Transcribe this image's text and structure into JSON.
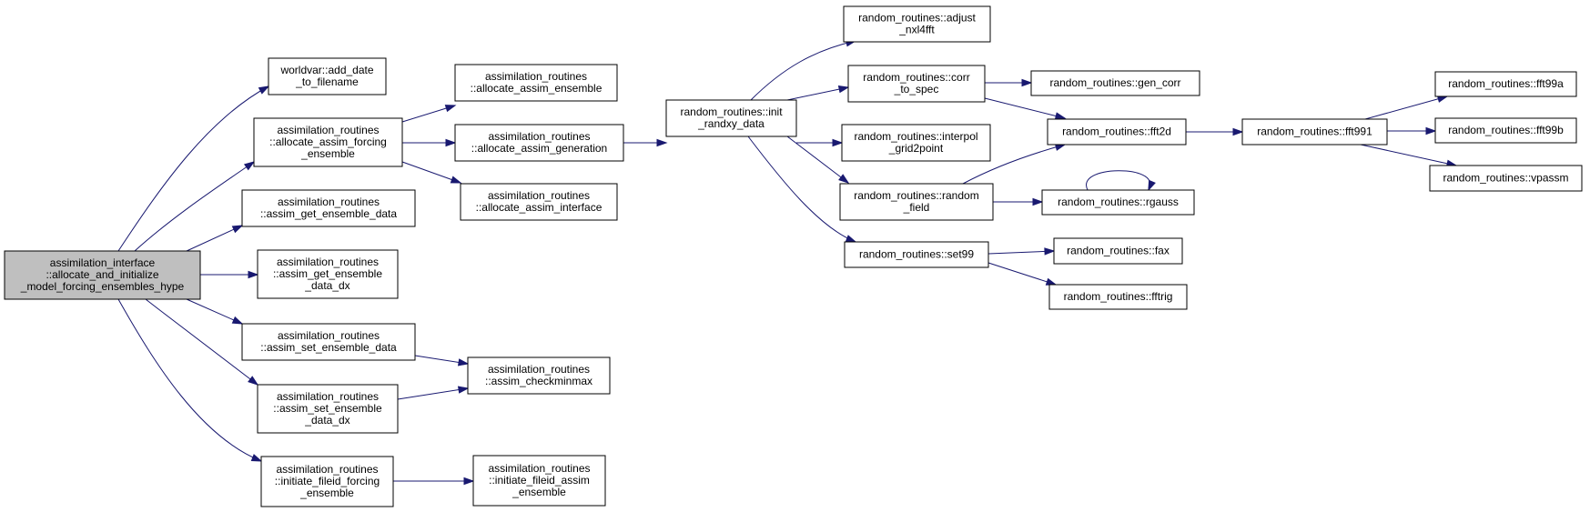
{
  "nodes": [
    {
      "id": "root",
      "lines": [
        "assimilation_interface",
        "::allocate_and_initialize",
        "_model_forcing_ensembles_hype"
      ]
    },
    {
      "id": "add_date",
      "lines": [
        "worldvar::add_date",
        "_to_filename"
      ]
    },
    {
      "id": "alloc_forcing",
      "lines": [
        "assimilation_routines",
        "::allocate_assim_forcing",
        "_ensemble"
      ]
    },
    {
      "id": "get_ens",
      "lines": [
        "assimilation_routines",
        "::assim_get_ensemble_data"
      ]
    },
    {
      "id": "get_ens_dx",
      "lines": [
        "assimilation_routines",
        "::assim_get_ensemble",
        "_data_dx"
      ]
    },
    {
      "id": "set_ens",
      "lines": [
        "assimilation_routines",
        "::assim_set_ensemble_data"
      ]
    },
    {
      "id": "set_ens_dx",
      "lines": [
        "assimilation_routines",
        "::assim_set_ensemble",
        "_data_dx"
      ]
    },
    {
      "id": "init_fileid_forcing",
      "lines": [
        "assimilation_routines",
        "::initiate_fileid_forcing",
        "_ensemble"
      ]
    },
    {
      "id": "alloc_ens",
      "lines": [
        "assimilation_routines",
        "::allocate_assim_ensemble"
      ]
    },
    {
      "id": "alloc_gen",
      "lines": [
        "assimilation_routines",
        "::allocate_assim_generation"
      ]
    },
    {
      "id": "alloc_iface",
      "lines": [
        "assimilation_routines",
        "::allocate_assim_interface"
      ]
    },
    {
      "id": "checkminmax",
      "lines": [
        "assimilation_routines",
        "::assim_checkminmax"
      ]
    },
    {
      "id": "init_fileid_assim",
      "lines": [
        "assimilation_routines",
        "::initiate_fileid_assim",
        "_ensemble"
      ]
    },
    {
      "id": "init_randxy",
      "lines": [
        "random_routines::init",
        "_randxy_data"
      ]
    },
    {
      "id": "adjust",
      "lines": [
        "random_routines::adjust",
        "_nxl4fft"
      ]
    },
    {
      "id": "corr_spec",
      "lines": [
        "random_routines::corr",
        "_to_spec"
      ]
    },
    {
      "id": "interpol",
      "lines": [
        "random_routines::interpol",
        "_grid2point"
      ]
    },
    {
      "id": "random_field",
      "lines": [
        "random_routines::random",
        "_field"
      ]
    },
    {
      "id": "set99",
      "lines": [
        "random_routines::set99"
      ]
    },
    {
      "id": "gen_corr",
      "lines": [
        "random_routines::gen_corr"
      ]
    },
    {
      "id": "fft2d",
      "lines": [
        "random_routines::fft2d"
      ]
    },
    {
      "id": "rgauss",
      "lines": [
        "random_routines::rgauss"
      ]
    },
    {
      "id": "fax",
      "lines": [
        "random_routines::fax"
      ]
    },
    {
      "id": "fftrig",
      "lines": [
        "random_routines::fftrig"
      ]
    },
    {
      "id": "fft991",
      "lines": [
        "random_routines::fft991"
      ]
    },
    {
      "id": "fft99a",
      "lines": [
        "random_routines::fft99a"
      ]
    },
    {
      "id": "fft99b",
      "lines": [
        "random_routines::fft99b"
      ]
    },
    {
      "id": "vpassm",
      "lines": [
        "random_routines::vpassm"
      ]
    }
  ],
  "edges": [
    [
      "root",
      "add_date"
    ],
    [
      "root",
      "alloc_forcing"
    ],
    [
      "root",
      "get_ens"
    ],
    [
      "root",
      "get_ens_dx"
    ],
    [
      "root",
      "set_ens"
    ],
    [
      "root",
      "set_ens_dx"
    ],
    [
      "root",
      "init_fileid_forcing"
    ],
    [
      "alloc_forcing",
      "alloc_ens"
    ],
    [
      "alloc_forcing",
      "alloc_gen"
    ],
    [
      "alloc_forcing",
      "alloc_iface"
    ],
    [
      "alloc_gen",
      "init_randxy"
    ],
    [
      "set_ens",
      "checkminmax"
    ],
    [
      "set_ens_dx",
      "checkminmax"
    ],
    [
      "init_fileid_forcing",
      "init_fileid_assim"
    ],
    [
      "init_randxy",
      "adjust"
    ],
    [
      "init_randxy",
      "corr_spec"
    ],
    [
      "init_randxy",
      "interpol"
    ],
    [
      "init_randxy",
      "random_field"
    ],
    [
      "init_randxy",
      "set99"
    ],
    [
      "corr_spec",
      "gen_corr"
    ],
    [
      "corr_spec",
      "fft2d"
    ],
    [
      "random_field",
      "fft2d"
    ],
    [
      "random_field",
      "rgauss"
    ],
    [
      "rgauss",
      "rgauss"
    ],
    [
      "set99",
      "fax"
    ],
    [
      "set99",
      "fftrig"
    ],
    [
      "fft2d",
      "fft991"
    ],
    [
      "fft991",
      "fft99a"
    ],
    [
      "fft991",
      "fft99b"
    ],
    [
      "fft991",
      "vpassm"
    ]
  ]
}
